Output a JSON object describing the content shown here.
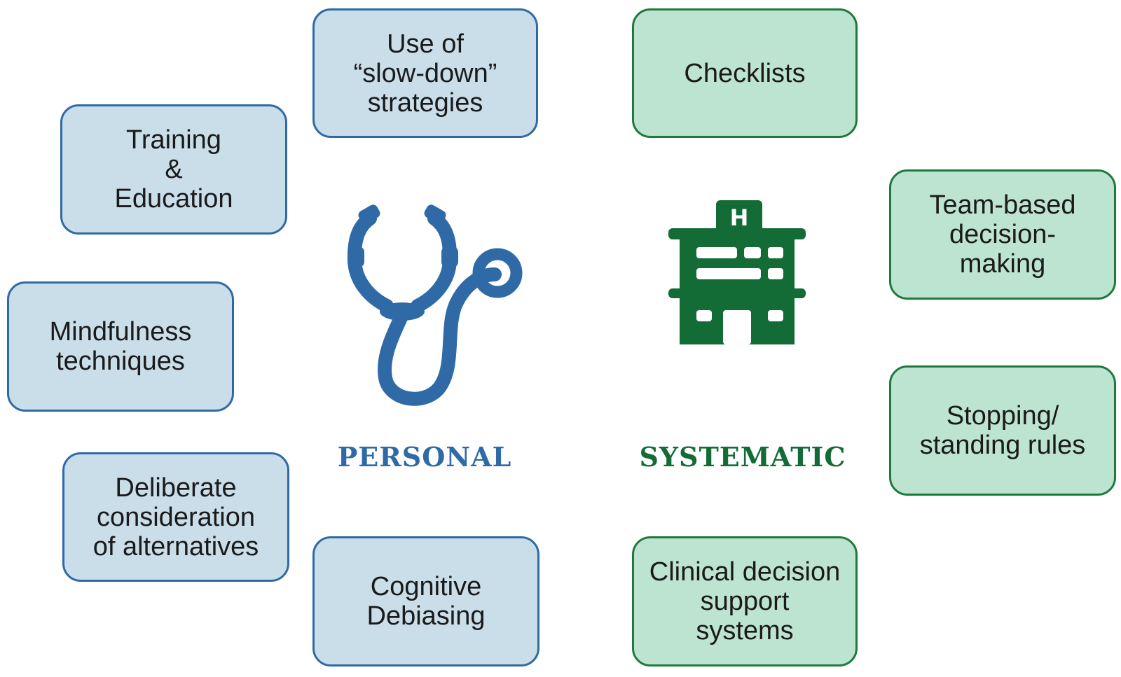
{
  "personal": {
    "label": "PERSONAL",
    "icon": "stethoscope-icon",
    "color": "#2f6aa6",
    "fill": "#cadeea",
    "items": [
      "Use of\n“slow-down”\nstrategies",
      "Training\n&\nEducation",
      "Mindfulness\ntechniques",
      "Deliberate\nconsideration\nof alternatives",
      "Cognitive\nDebiasing"
    ]
  },
  "systematic": {
    "label": "SYSTEMATIC",
    "icon": "hospital-icon",
    "icon_letter": "H",
    "color": "#136b35",
    "fill": "#bde4d1",
    "items": [
      "Checklists",
      "Team-based\ndecision-\nmaking",
      "Stopping/\nstanding rules",
      "Clinical decision\nsupport\nsystems"
    ]
  }
}
